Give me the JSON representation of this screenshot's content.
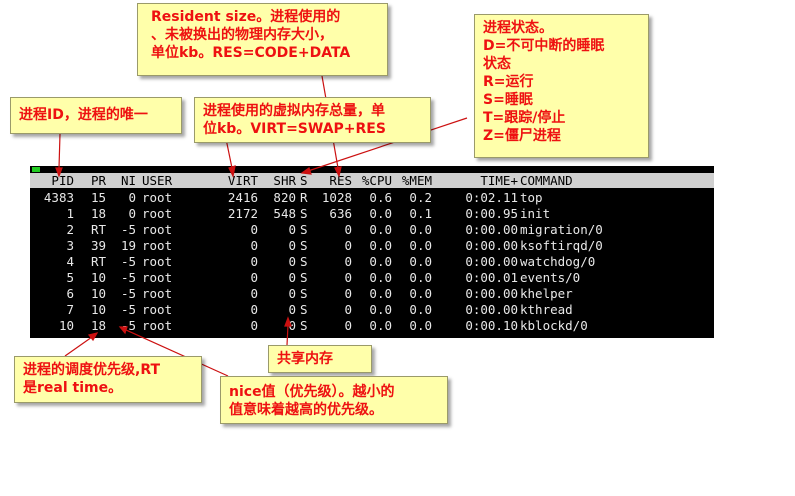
{
  "top": {
    "columns": [
      "PID",
      "PR",
      "NI",
      "USER",
      "VIRT",
      "SHR",
      "S",
      "RES",
      "%CPU",
      "%MEM",
      "TIME+",
      "COMMAND"
    ],
    "rows": [
      [
        "4383",
        "15",
        "0",
        "root",
        "2416",
        "820",
        "R",
        "1028",
        "0.6",
        "0.2",
        "0:02.11",
        "top"
      ],
      [
        "1",
        "18",
        "0",
        "root",
        "2172",
        "548",
        "S",
        "636",
        "0.0",
        "0.1",
        "0:00.95",
        "init"
      ],
      [
        "2",
        "RT",
        "-5",
        "root",
        "0",
        "0",
        "S",
        "0",
        "0.0",
        "0.0",
        "0:00.00",
        "migration/0"
      ],
      [
        "3",
        "39",
        "19",
        "root",
        "0",
        "0",
        "S",
        "0",
        "0.0",
        "0.0",
        "0:00.00",
        "ksoftirqd/0"
      ],
      [
        "4",
        "RT",
        "-5",
        "root",
        "0",
        "0",
        "S",
        "0",
        "0.0",
        "0.0",
        "0:00.00",
        "watchdog/0"
      ],
      [
        "5",
        "10",
        "-5",
        "root",
        "0",
        "0",
        "S",
        "0",
        "0.0",
        "0.0",
        "0:00.01",
        "events/0"
      ],
      [
        "6",
        "10",
        "-5",
        "root",
        "0",
        "0",
        "S",
        "0",
        "0.0",
        "0.0",
        "0:00.00",
        "khelper"
      ],
      [
        "7",
        "10",
        "-5",
        "root",
        "0",
        "0",
        "S",
        "0",
        "0.0",
        "0.0",
        "0:00.00",
        "kthread"
      ],
      [
        "10",
        "18",
        "-5",
        "root",
        "0",
        "0",
        "S",
        "0",
        "0.0",
        "0.0",
        "0:00.10",
        "kblockd/0"
      ]
    ]
  },
  "annotations": {
    "res": [
      "Resident size。进程使用的",
      "、未被换出的物理内存大小，",
      "单位kb。RES=CODE+DATA"
    ],
    "state": [
      "进程状态。",
      "D=不可中断的睡眠",
      "状态",
      "R=运行",
      "S=睡眠",
      "T=跟踪/停止",
      "Z=僵尸进程"
    ],
    "pid": [
      "进程ID，进程的唯一"
    ],
    "virt": [
      "进程使用的虚拟内存总量，单",
      "位kb。VIRT=SWAP+RES"
    ],
    "pr": [
      "进程的调度优先级,RT",
      "是real time。"
    ],
    "shr": [
      "共享内存"
    ],
    "ni": [
      "nice值（优先级）。越小的",
      "值意味着越高的优先级。"
    ]
  },
  "colors": {
    "callout_bg": "#ffffaa",
    "callout_text": "#ee1111",
    "terminal_bg": "#000000",
    "terminal_text": "#e8e8e8",
    "header_bg": "#d0d0d0"
  }
}
